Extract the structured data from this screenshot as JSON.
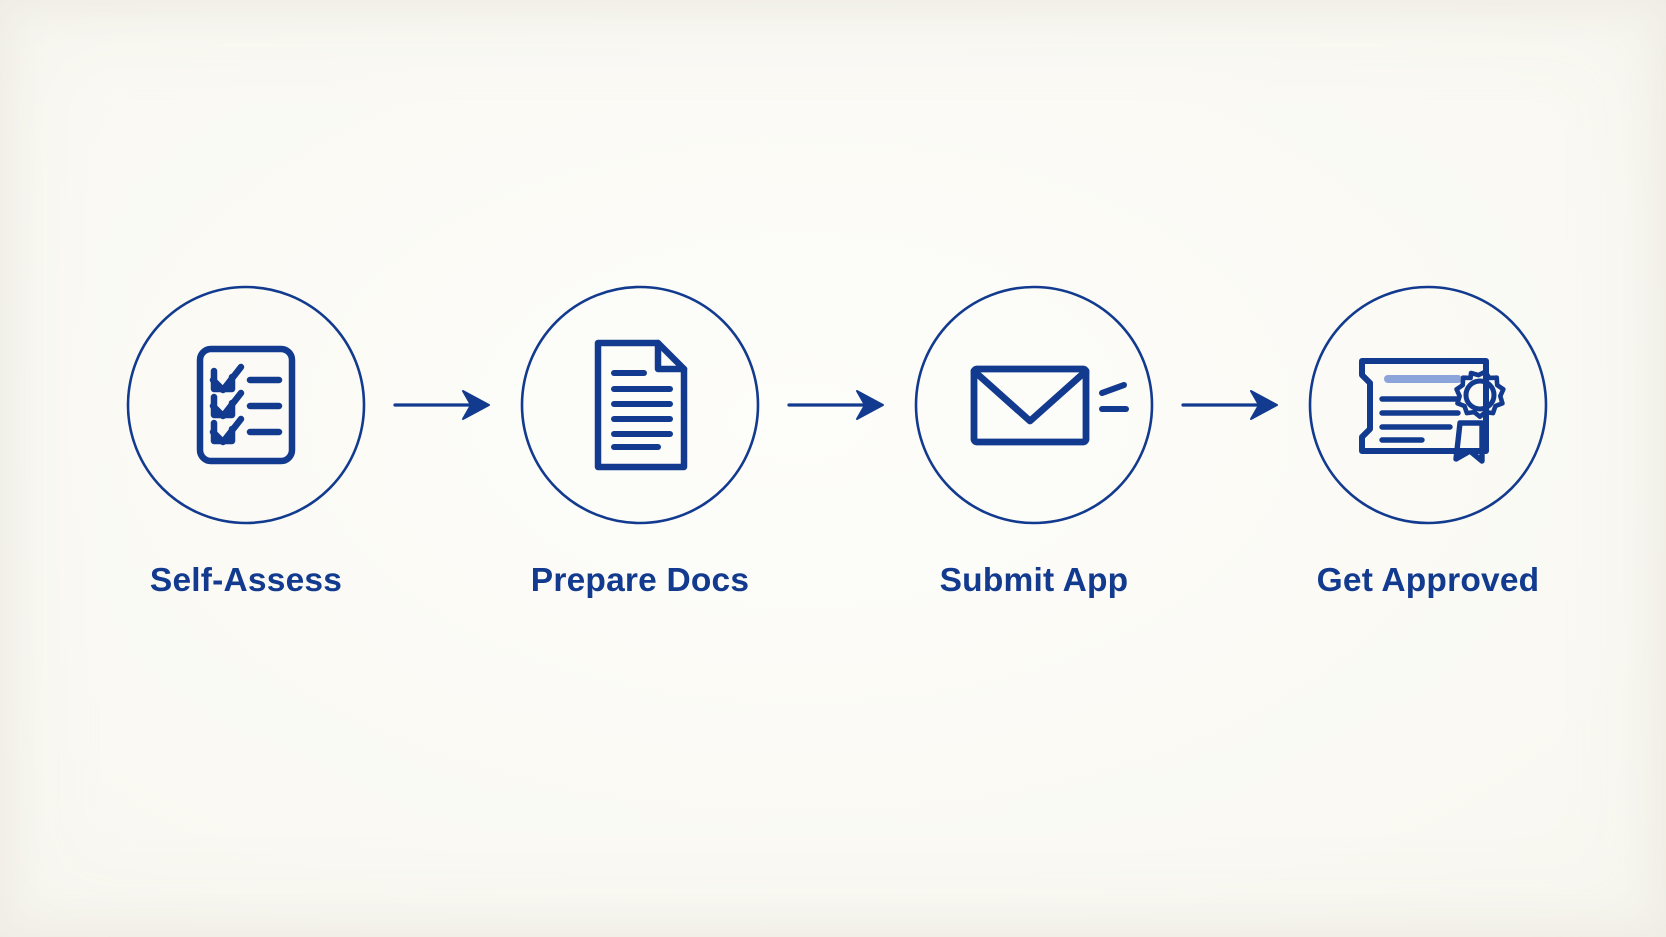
{
  "diagram": {
    "type": "process-flow",
    "orientation": "horizontal",
    "title": "",
    "background_color": "#fbfbf6",
    "accent_color": "#123a8e",
    "accent_light_color": "#7f9ad6",
    "step_count": 4,
    "connector_count": 3,
    "connector_icon": "arrow-right-icon",
    "steps": [
      {
        "index": 1,
        "label": "Self-Assess",
        "icon": "checklist-clipboard-icon",
        "icon_description": "rounded square document with three checkboxes each containing a check mark and a line beside it"
      },
      {
        "index": 2,
        "label": "Prepare Docs",
        "icon": "document-page-icon",
        "icon_description": "page with folded top-right corner and seven horizontal text lines"
      },
      {
        "index": 3,
        "label": "Submit App",
        "icon": "envelope-send-icon",
        "icon_description": "envelope with V flap plus two small motion lines on the right"
      },
      {
        "index": 4,
        "label": "Get Approved",
        "icon": "certificate-award-icon",
        "icon_description": "certificate with notched left corners, highlighted title bar, text lines and a rosette seal with ribbon tails"
      }
    ]
  }
}
